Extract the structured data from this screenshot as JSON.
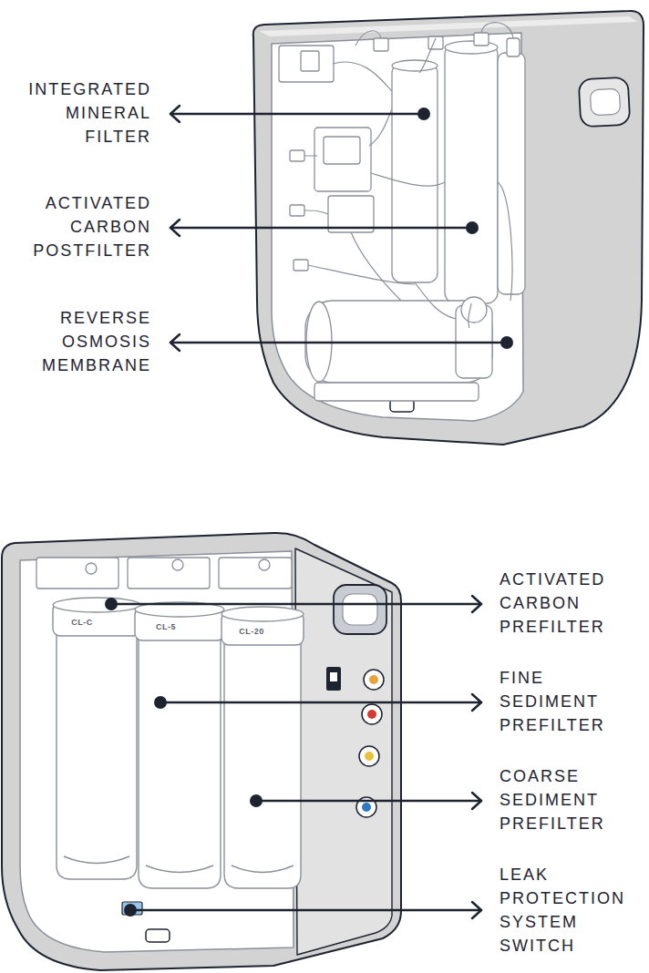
{
  "diagram": {
    "labels": [
      "INTEGRATED MINERAL FILTER",
      "ACTIVATED CARBON POSTFILTER",
      "REVERSE OSMOSIS MEMBRANE",
      "ACTIVATED CARBON PREFILTER",
      "FINE SEDIMENT PREFILTER",
      "COARSE SEDIMENT PREFILTER",
      "LEAK PROTECTION SYSTEM SWITCH",
      "CL-C",
      "CL-5",
      "CL-20"
    ]
  }
}
